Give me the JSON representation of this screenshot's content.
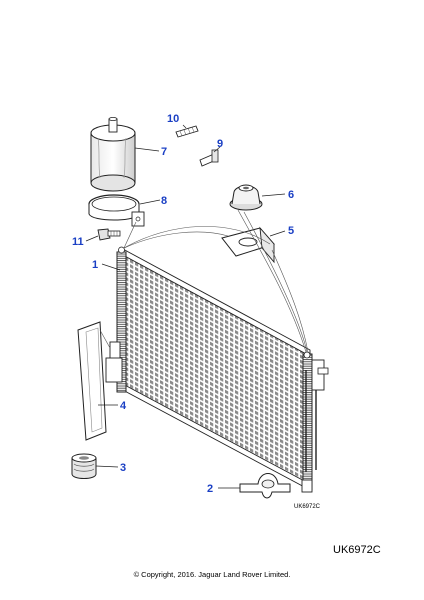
{
  "diagram": {
    "callouts": [
      "1",
      "2",
      "3",
      "4",
      "5",
      "6",
      "7",
      "8",
      "9",
      "10",
      "11"
    ],
    "image_code": "UK6972C",
    "figure_id": "UK6972C",
    "copyright": "© Copyright, 2016. Jaguar Land Rover Limited.",
    "callout_color": "#1a3fc4"
  }
}
